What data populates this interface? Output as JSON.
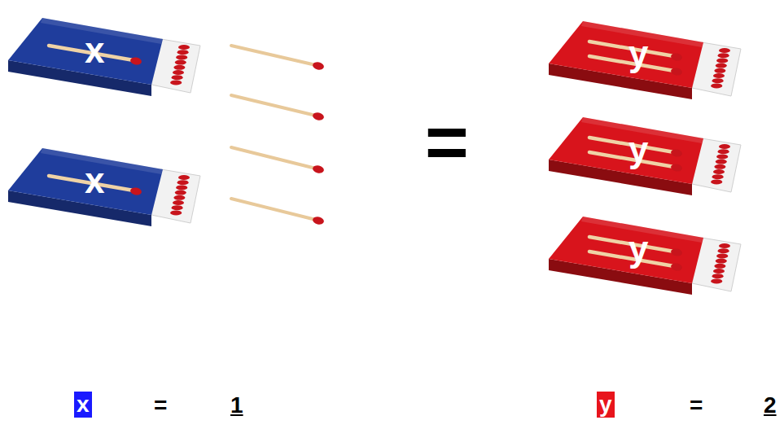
{
  "diagram": {
    "nodes": [
      {
        "text": [
          "x"
        ]
      },
      {
        "text": [
          "x"
        ]
      },
      {
        "text": [
          "y"
        ]
      },
      {
        "text": [
          "y"
        ]
      },
      {
        "text": [
          "y"
        ]
      },
      {
        "text": [
          "x"
        ]
      },
      {
        "text": [
          "y"
        ]
      }
    ],
    "labels": [
      "=",
      "=",
      "1",
      "=",
      "2"
    ]
  }
}
